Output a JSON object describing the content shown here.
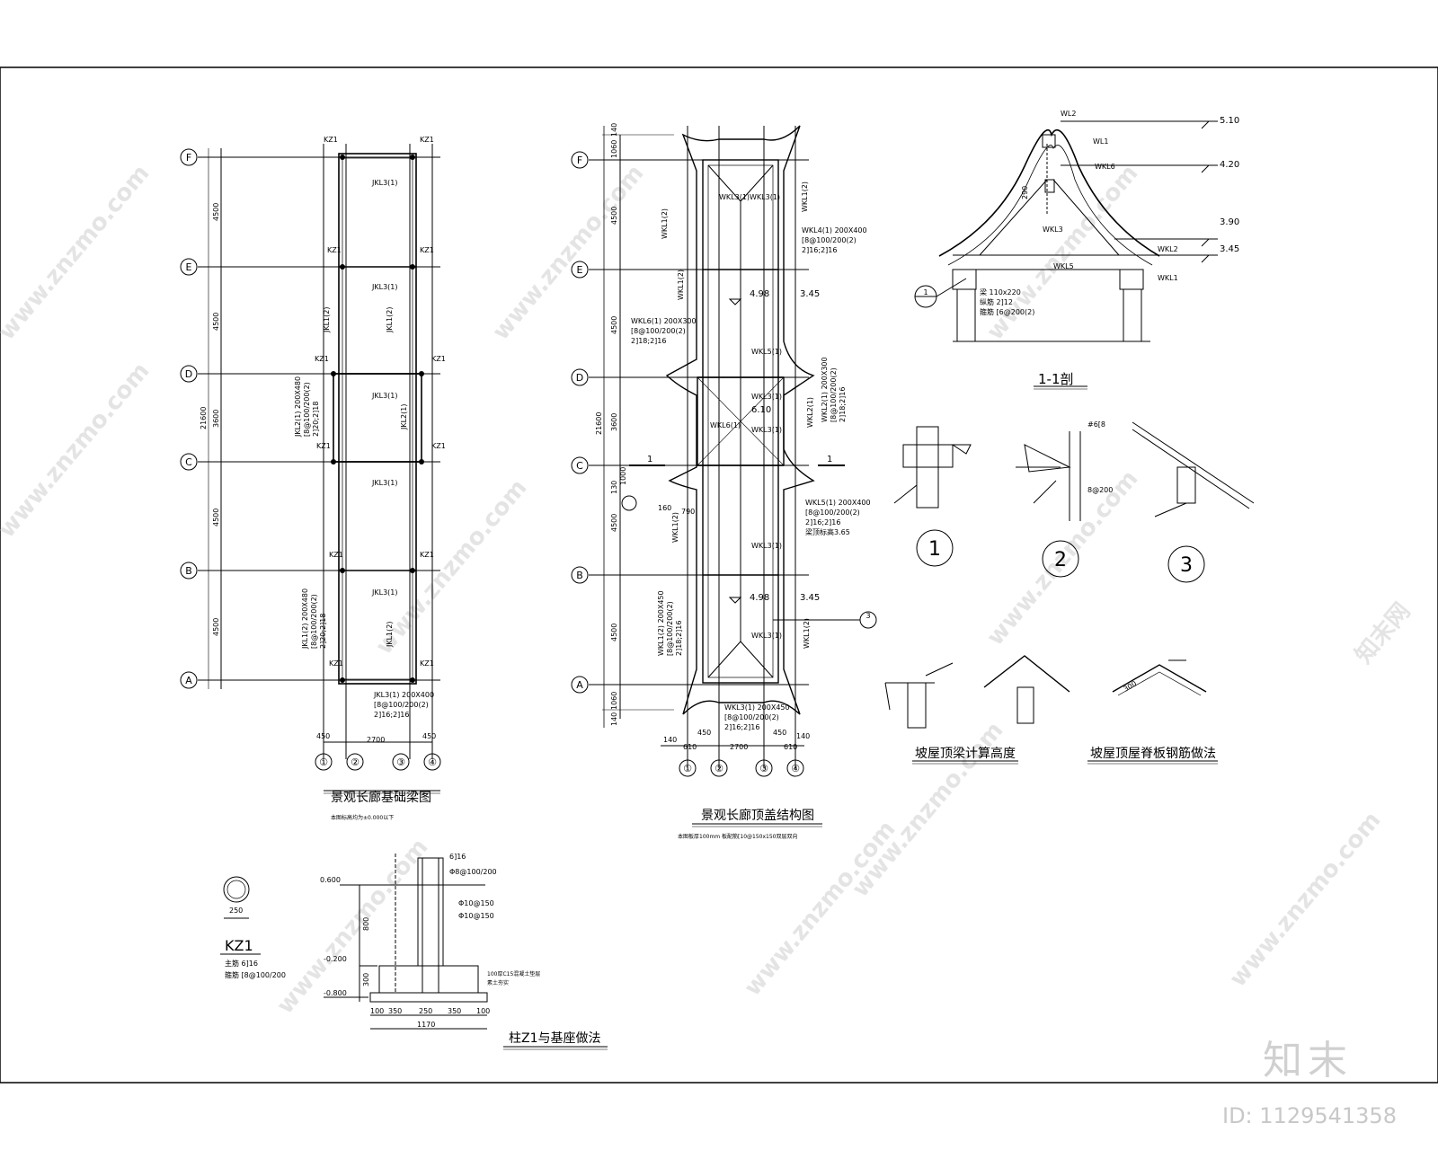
{
  "sheet": {
    "foundation_plan": {
      "title": "景观长廊基础梁图",
      "note": "本图标高均为±0.000以下",
      "axes_rows": [
        "F",
        "E",
        "D",
        "C",
        "B",
        "A"
      ],
      "axes_cols": [
        "①",
        "②",
        "③",
        "④"
      ],
      "dims_v": [
        "4500",
        "4500",
        "3600",
        "4500",
        "4500"
      ],
      "dim_total": "21600",
      "dims_h": [
        "450",
        "2700",
        "450"
      ],
      "col_tag": "KZ1",
      "beam_labels": [
        "JKL3(1)",
        "JKL1(2)",
        "JKL1(2)",
        "JKL3(1)",
        "JKL2(1)",
        "JKL3(1)",
        "JKL3(1)",
        "JKL1(2)"
      ],
      "beam_spec_a": "JKL2(1) 200X480",
      "beam_spec_b": "[8@100/200(2)",
      "beam_spec_c": "2]20;2]18",
      "beam_spec_d": "JKL1(2) 200X480",
      "beam_spec_e": "[8@100/200(2)",
      "beam_spec_f": "2]20;2]18",
      "beam_spec_g": "JKL3(1) 200X400",
      "beam_spec_h": "[8@100/200(2)",
      "beam_spec_i": "2]16;2]16"
    },
    "roof_plan": {
      "title": "景观长廊顶盖结构图",
      "note": "本图板厚100mm 板配筋[10@150x150双层双向",
      "axes_rows": [
        "F",
        "E",
        "D",
        "C",
        "B",
        "A"
      ],
      "axes_cols": [
        "①",
        "②",
        "③",
        "④"
      ],
      "dims_v": [
        "140",
        "1060",
        "4500",
        "4500",
        "3600",
        "4500",
        "4500",
        "1060",
        "140"
      ],
      "dim_total": "21600",
      "dims_h": [
        "140",
        "610",
        "450",
        "2700",
        "450",
        "610",
        "140"
      ],
      "elev_a": "4.98",
      "elev_b": "3.45",
      "elev_c": "6.10",
      "elev_d": "4.98",
      "elev_e": "3.45",
      "dim_extra_a": "1000",
      "dim_extra_b": "130",
      "dim_extra_c": "160",
      "dim_extra_d": "790",
      "sec_cut": "1",
      "detail_ref": "3",
      "beam_labels": [
        "WKL3(1)",
        "WKL3(1)",
        "WKL1(2)",
        "WKL1(2)",
        "WKL6(1)",
        "WKL2(1)",
        "WKL3(1)",
        "WKL3(1)",
        "WKL5(1)",
        "WKL1(2)",
        "WKL3(1)",
        "WKL1(2)",
        "WKL1(2)",
        "WKL3(1)"
      ],
      "spec_a1": "WKL4(1) 200X400",
      "spec_a2": "[8@100/200(2)",
      "spec_a3": "2]16;2]16",
      "spec_b1": "WKL6(1) 200X300",
      "spec_b2": "[8@100/200(2)",
      "spec_b3": "2]18;2]16",
      "spec_c1": "WKL5(1) 200X400",
      "spec_c2": "[8@100/200(2)",
      "spec_c3": "2]16;2]16",
      "spec_c4": "梁顶标高3.65",
      "spec_d1": "WKL3(1) 200X450",
      "spec_d2": "[8@100/200(2)",
      "spec_d3": "2]16;2]16",
      "spec_e1": "WKL2(1) 200X300",
      "spec_e2": "[8@100/200(2)",
      "spec_e3": "2]18;2]16",
      "spec_f1": "WKL1(2) 200X450",
      "spec_f2": "[8@100/200(2)",
      "spec_f3": "2]18;2]16"
    },
    "section_11": {
      "title": "1-1剖",
      "beam_tags": [
        "WL2",
        "WL1",
        "WKL6",
        "WKL3",
        "WKL2",
        "WKL5",
        "WKL1"
      ],
      "elevs": [
        "5.10",
        "4.20",
        "3.90",
        "3.45"
      ],
      "dim_290": "290",
      "callout": "1",
      "spec_1": "梁 110x220",
      "spec_2": "纵筋 2]12",
      "spec_3": "箍筋 [6@200(2)"
    },
    "details": {
      "ring_1": "1",
      "ring_2": "2",
      "ring_3": "3",
      "d2_rebar": "#6[8",
      "d2_stirrup": "8@200",
      "height_title": "坡屋顶梁计算高度",
      "ridge_title": "坡屋顶屋脊板钢筋做法",
      "ridge_dim": "300"
    },
    "column_detail": {
      "tag": "KZ1",
      "diameter": "250",
      "spec_1": "主筋 6]16",
      "spec_2": "箍筋 [8@100/200",
      "title": "柱Z1与基座做法",
      "rebar_top": "6]16",
      "rebar_a": "Φ8@100/200",
      "rebar_b": "Φ10@150",
      "rebar_c": "Φ10@150",
      "elev_top": "0.600",
      "elev_mid": "-0.200",
      "elev_bot": "-0.800",
      "dim_800": "800",
      "dim_300": "300",
      "pad_note_1": "100厚C15混凝土垫层",
      "pad_note_2": "素土夯实",
      "dims_base": [
        "100",
        "350",
        "250",
        "350",
        "100"
      ],
      "dim_base_total": "1170"
    },
    "watermark": {
      "url": "www.znzmo.com",
      "brand": "知末网",
      "logo": "知末",
      "id_text": "ID: 1129541358"
    }
  }
}
